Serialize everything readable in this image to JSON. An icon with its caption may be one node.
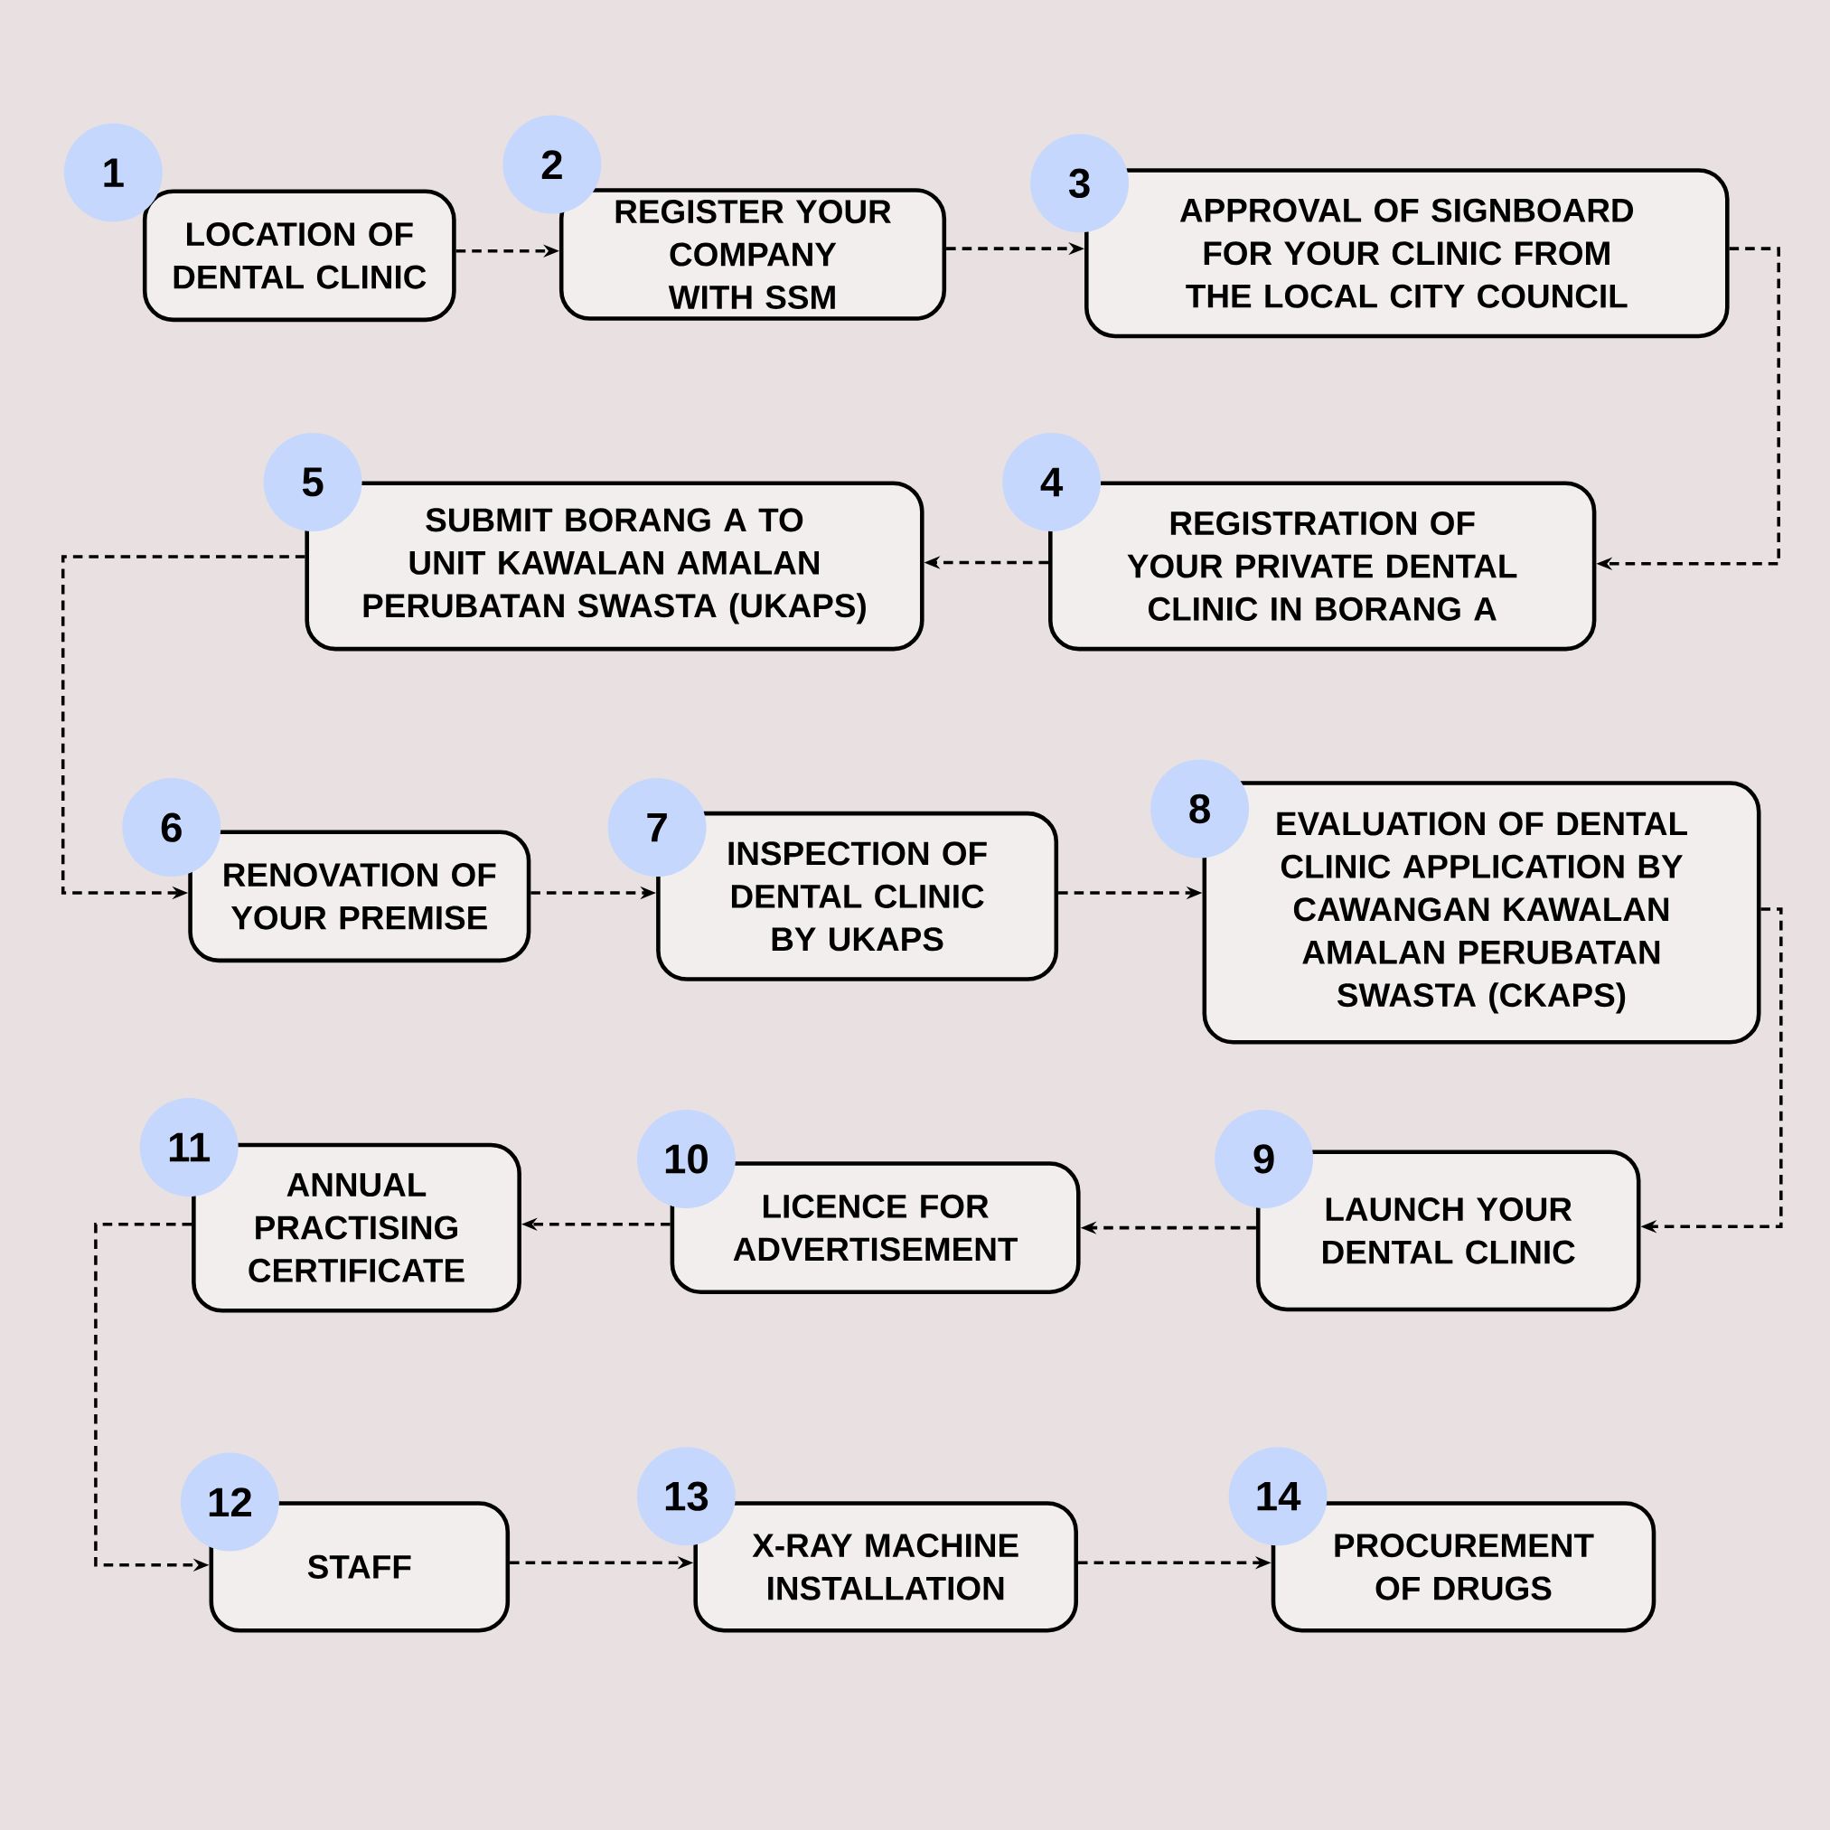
{
  "diagram": {
    "nodes": [
      {
        "text": [
          "1",
          "LOCATION OF DENTAL CLINIC"
        ]
      },
      {
        "text": [
          "2",
          "REGISTER YOUR COMPANY WITH SSM"
        ]
      },
      {
        "text": [
          "3",
          "APPROVAL OF SIGNBOARD FOR YOUR CLINIC FROM THE LOCAL CITY COUNCIL"
        ]
      },
      {
        "text": [
          "4",
          "REGISTRATION OF YOUR PRIVATE DENTAL CLINIC IN BORANG A"
        ]
      },
      {
        "text": [
          "5",
          "SUBMIT BORANG A TO UNIT KAWALAN AMALAN PERUBATAN SWASTA (UKAPS)"
        ]
      },
      {
        "text": [
          "6",
          "RENOVATION OF YOUR PREMISE"
        ]
      },
      {
        "text": [
          "7",
          "INSPECTION OF DENTAL CLINIC BY UKAPS"
        ]
      },
      {
        "text": [
          "8",
          "EVALUATION OF DENTAL CLINIC APPLICATION BY CAWANGAN KAWALAN AMALAN PERUBATAN SWASTA (CKAPS)"
        ]
      },
      {
        "text": [
          "9",
          "LAUNCH YOUR DENTAL CLINIC"
        ]
      },
      {
        "text": [
          "10",
          "LICENCE FOR ADVERTISEMENT"
        ]
      },
      {
        "text": [
          "11",
          "ANNUAL PRACTISING CERTIFICATE"
        ]
      },
      {
        "text": [
          "12",
          "STAFF"
        ]
      },
      {
        "text": [
          "13",
          "X-RAY MACHINE INSTALLATION"
        ]
      },
      {
        "text": [
          "14",
          "PROCUREMENT OF DRUGS"
        ]
      }
    ],
    "edges": [
      {
        "from": 0,
        "to": 1,
        "arrow": "to",
        "style": "dashed"
      },
      {
        "from": 1,
        "to": 2,
        "arrow": "to",
        "style": "dashed"
      },
      {
        "from": 2,
        "to": 3,
        "arrow": "to",
        "style": "dashed"
      },
      {
        "from": 3,
        "to": 4,
        "arrow": "to",
        "style": "dashed"
      },
      {
        "from": 4,
        "to": 5,
        "arrow": "to",
        "style": "dashed"
      },
      {
        "from": 5,
        "to": 6,
        "arrow": "to",
        "style": "dashed"
      },
      {
        "from": 6,
        "to": 7,
        "arrow": "to",
        "style": "dashed"
      },
      {
        "from": 7,
        "to": 8,
        "arrow": "to",
        "style": "dashed"
      },
      {
        "from": 8,
        "to": 9,
        "arrow": "to",
        "style": "dashed"
      },
      {
        "from": 9,
        "to": 10,
        "arrow": "to",
        "style": "dashed"
      },
      {
        "from": 10,
        "to": 11,
        "arrow": "to",
        "style": "dashed"
      },
      {
        "from": 11,
        "to": 12,
        "arrow": "to",
        "style": "dashed"
      },
      {
        "from": 12,
        "to": 13,
        "arrow": "to",
        "style": "dashed"
      }
    ]
  }
}
